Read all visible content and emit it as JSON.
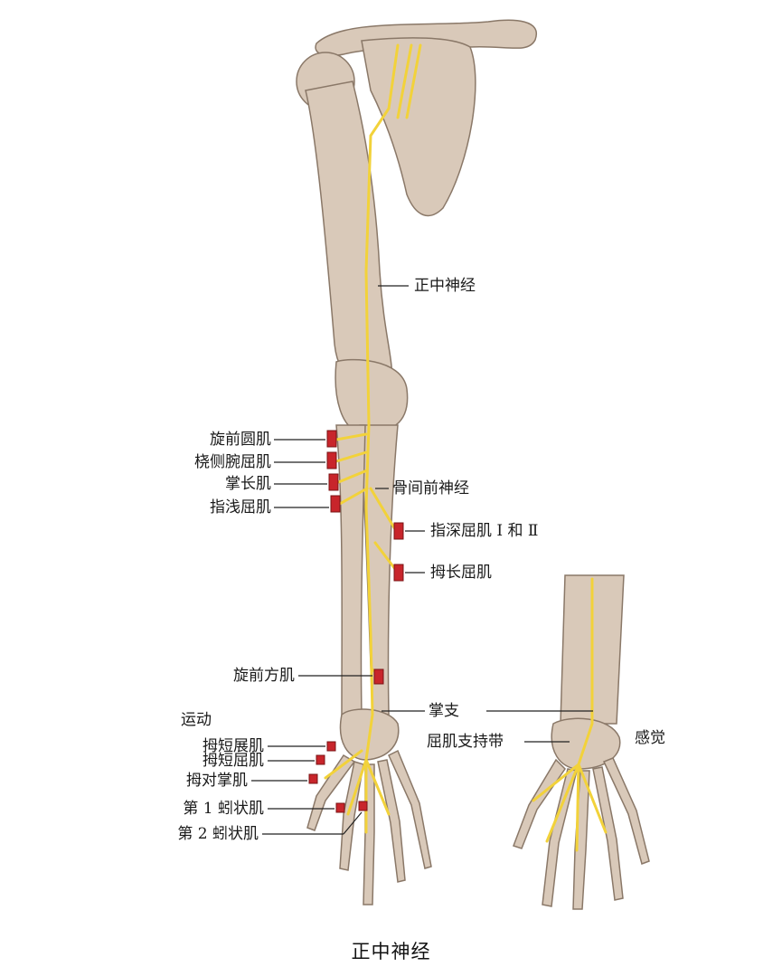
{
  "caption": "正中神经",
  "colors": {
    "bone": "#d8c8b8",
    "bone_edge": "#8a7868",
    "nerve": "#f2d23a",
    "muscle": "#c8252b",
    "line": "#222222"
  },
  "labels": {
    "median_nerve": "正中神经",
    "pronator_teres": "旋前圆肌",
    "flexor_carpi_radialis": "桡侧腕屈肌",
    "palmaris_longus": "掌长肌",
    "fds": "指浅屈肌",
    "anterior_interosseous": "骨间前神经",
    "fdp": "指深屈肌 Ⅰ 和 Ⅱ",
    "fpl": "拇长屈肌",
    "pronator_quadratus": "旋前方肌",
    "palmar_branch": "掌支",
    "flexor_retinaculum": "屈肌支持带",
    "motor": "运动",
    "sensory": "感觉",
    "apb": "拇短展肌",
    "fpb": "拇短屈肌",
    "opponens": "拇对掌肌",
    "lumbrical1": "第 1 蚓状肌",
    "lumbrical2": "第 2 蚓状肌"
  }
}
